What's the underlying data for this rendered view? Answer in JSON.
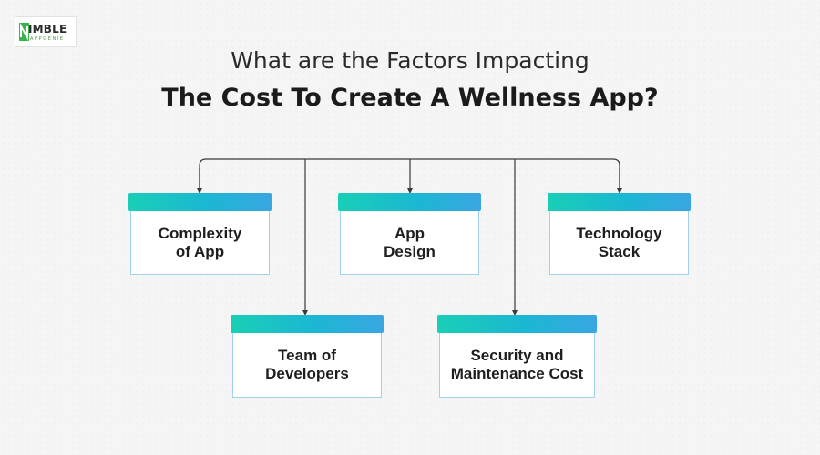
{
  "logo": {
    "text": "IMBLE",
    "subtext": "APPGENIE"
  },
  "title": {
    "line1": "What are the Factors Impacting",
    "line2": "The Cost To Create A Wellness App?"
  },
  "colors": {
    "accent_start": "#19cfb6",
    "accent_end": "#3aa6e2",
    "card_border": "#9fd2ea",
    "connector": "#3a3a3a"
  },
  "factors": [
    {
      "label": "Complexity\nof App"
    },
    {
      "label": "App\nDesign"
    },
    {
      "label": "Technology\nStack"
    },
    {
      "label": "Team of\nDevelopers"
    },
    {
      "label": "Security and\nMaintenance Cost"
    }
  ]
}
